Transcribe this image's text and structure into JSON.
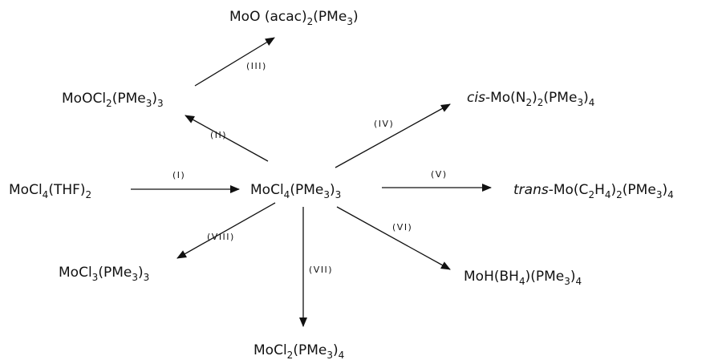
{
  "scheme": {
    "center": {
      "id": "center",
      "parts": [
        {
          "t": "MoCl"
        },
        {
          "t": "4",
          "sub": true
        },
        {
          "t": "(PMe"
        },
        {
          "t": "3",
          "sub": true
        },
        {
          "t": ")"
        },
        {
          "t": "3",
          "sub": true
        }
      ]
    },
    "compounds": [
      {
        "id": "moo-acac",
        "parts": [
          {
            "t": "MoO (acac)"
          },
          {
            "t": "2",
            "sub": true
          },
          {
            "t": "(PMe"
          },
          {
            "t": "3",
            "sub": true
          },
          {
            "t": ")"
          }
        ]
      },
      {
        "id": "moocl2",
        "parts": [
          {
            "t": "MoOCl"
          },
          {
            "t": "2",
            "sub": true
          },
          {
            "t": "(PMe"
          },
          {
            "t": "3",
            "sub": true
          },
          {
            "t": ")"
          },
          {
            "t": "3",
            "sub": true
          }
        ]
      },
      {
        "id": "cis-n2",
        "parts": [
          {
            "t": "cis",
            "ital": true
          },
          {
            "t": "-Mo(N"
          },
          {
            "t": "2",
            "sub": true
          },
          {
            "t": ")"
          },
          {
            "t": "2",
            "sub": true
          },
          {
            "t": "(PMe"
          },
          {
            "t": "3",
            "sub": true
          },
          {
            "t": ")"
          },
          {
            "t": "4",
            "sub": true
          }
        ]
      },
      {
        "id": "mocl4-thf",
        "parts": [
          {
            "t": "MoCl"
          },
          {
            "t": "4",
            "sub": true
          },
          {
            "t": "(THF)"
          },
          {
            "t": "2",
            "sub": true
          }
        ]
      },
      {
        "id": "trans-c2h4",
        "parts": [
          {
            "t": "trans",
            "ital": true
          },
          {
            "t": "-Mo(C"
          },
          {
            "t": "2",
            "sub": true
          },
          {
            "t": "H"
          },
          {
            "t": "4",
            "sub": true
          },
          {
            "t": ")"
          },
          {
            "t": "2",
            "sub": true
          },
          {
            "t": "(PMe"
          },
          {
            "t": "3",
            "sub": true
          },
          {
            "t": ")"
          },
          {
            "t": "4",
            "sub": true
          }
        ]
      },
      {
        "id": "mocl3",
        "parts": [
          {
            "t": "MoCl"
          },
          {
            "t": "3",
            "sub": true
          },
          {
            "t": "(PMe"
          },
          {
            "t": "3",
            "sub": true
          },
          {
            "t": ")"
          },
          {
            "t": "3",
            "sub": true
          }
        ]
      },
      {
        "id": "moh-bh4",
        "parts": [
          {
            "t": "MoH(BH"
          },
          {
            "t": "4",
            "sub": true
          },
          {
            "t": ")(PMe"
          },
          {
            "t": "3",
            "sub": true
          },
          {
            "t": ")"
          },
          {
            "t": "4",
            "sub": true
          }
        ]
      },
      {
        "id": "mocl2",
        "parts": [
          {
            "t": "MoCl"
          },
          {
            "t": "2",
            "sub": true
          },
          {
            "t": "(PMe"
          },
          {
            "t": "3",
            "sub": true
          },
          {
            "t": ")"
          },
          {
            "t": "4",
            "sub": true
          }
        ]
      }
    ],
    "steps": [
      {
        "id": "i",
        "label": "(I)"
      },
      {
        "id": "ii",
        "label": "(II)"
      },
      {
        "id": "iii",
        "label": "(III)"
      },
      {
        "id": "iv",
        "label": "(IV)"
      },
      {
        "id": "v",
        "label": "(V)"
      },
      {
        "id": "vi",
        "label": "(VI)"
      },
      {
        "id": "vii",
        "label": "(VII)"
      },
      {
        "id": "viii",
        "label": "(VIII)"
      }
    ]
  }
}
